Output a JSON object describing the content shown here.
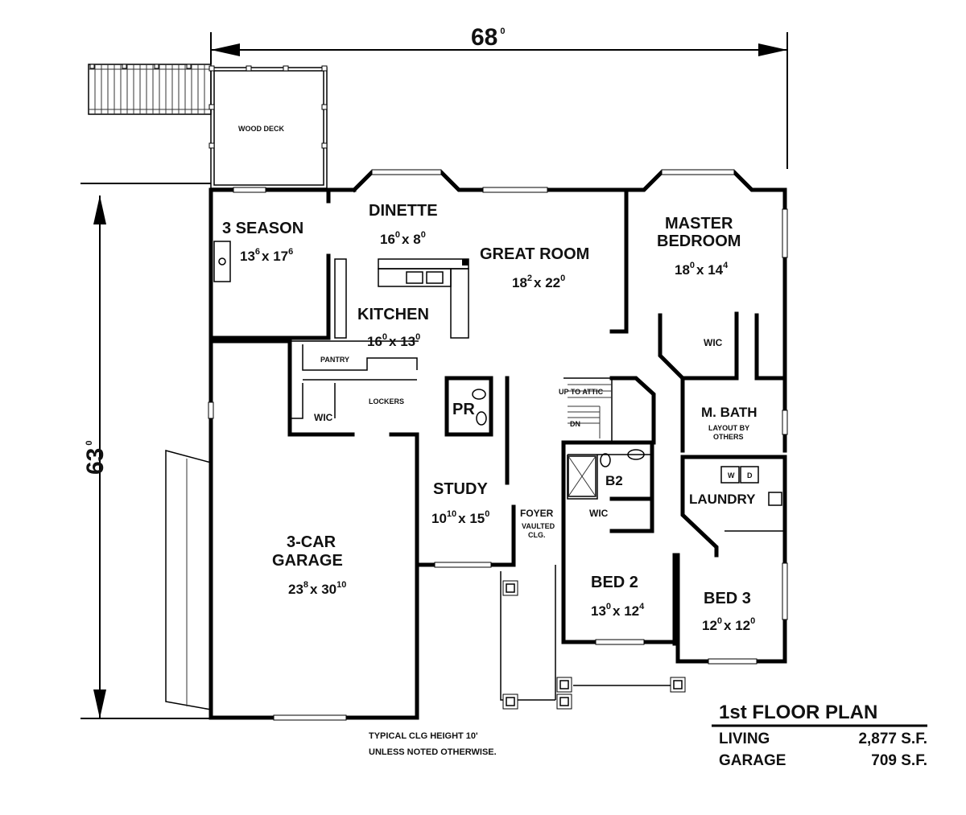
{
  "dimensions": {
    "width": {
      "main": "68",
      "sup": "0"
    },
    "depth": {
      "main": "63",
      "sup": "0"
    }
  },
  "rooms": {
    "wood_deck": {
      "name": "WOOD DECK"
    },
    "three_season": {
      "name": "3 SEASON",
      "size": [
        {
          "t": "13"
        },
        {
          "t": "6",
          "s": 1
        },
        {
          "t": "x 17"
        },
        {
          "t": "6",
          "s": 1
        }
      ]
    },
    "dinette": {
      "name": "DINETTE",
      "size": [
        {
          "t": "16"
        },
        {
          "t": "0",
          "s": 1
        },
        {
          "t": "x 8"
        },
        {
          "t": "0",
          "s": 1
        }
      ]
    },
    "great_room": {
      "name": "GREAT ROOM",
      "size": [
        {
          "t": "18"
        },
        {
          "t": "2",
          "s": 1
        },
        {
          "t": "x 22"
        },
        {
          "t": "0",
          "s": 1
        }
      ]
    },
    "master_bedroom": {
      "name_line1": "MASTER",
      "name_line2": "BEDROOM",
      "size": [
        {
          "t": "18"
        },
        {
          "t": "0",
          "s": 1
        },
        {
          "t": "x 14"
        },
        {
          "t": "4",
          "s": 1
        }
      ]
    },
    "kitchen": {
      "name": "KITCHEN",
      "size": [
        {
          "t": "16"
        },
        {
          "t": "0",
          "s": 1
        },
        {
          "t": "x 13"
        },
        {
          "t": "0",
          "s": 1
        }
      ]
    },
    "pantry": {
      "name": "PANTRY"
    },
    "lockers": {
      "name": "LOCKERS"
    },
    "wic_mudroom": {
      "name": "WIC"
    },
    "pr": {
      "name": "PR"
    },
    "up_to_attic": {
      "name": "UP TO ATTIC"
    },
    "dn": {
      "name": "DN"
    },
    "wic_master": {
      "name": "WIC"
    },
    "m_bath": {
      "name": "M. BATH",
      "note_line1": "LAYOUT BY",
      "note_line2": "OTHERS"
    },
    "b2": {
      "name": "B2"
    },
    "laundry": {
      "name": "LAUNDRY",
      "washer": "W",
      "dryer": "D"
    },
    "wic_bed2": {
      "name": "WIC"
    },
    "study": {
      "name": "STUDY",
      "size": [
        {
          "t": "10"
        },
        {
          "t": "10",
          "s": 1
        },
        {
          "t": "x 15"
        },
        {
          "t": "0",
          "s": 1
        }
      ]
    },
    "foyer": {
      "name": "FOYER",
      "note_line1": "VAULTED",
      "note_line2": "CLG."
    },
    "garage": {
      "name_line1": "3-CAR",
      "name_line2": "GARAGE",
      "size": [
        {
          "t": "23"
        },
        {
          "t": "8",
          "s": 1
        },
        {
          "t": "x 30"
        },
        {
          "t": "10",
          "s": 1
        }
      ]
    },
    "bed2": {
      "name": "BED 2",
      "size": [
        {
          "t": "13"
        },
        {
          "t": "0",
          "s": 1
        },
        {
          "t": "x 12"
        },
        {
          "t": "4",
          "s": 1
        }
      ]
    },
    "bed3": {
      "name": "BED 3",
      "size": [
        {
          "t": "12"
        },
        {
          "t": "0",
          "s": 1
        },
        {
          "t": "x 12"
        },
        {
          "t": "0",
          "s": 1
        }
      ]
    }
  },
  "ceiling_note": {
    "line1": "TYPICAL CLG HEIGHT 10'",
    "line2": "UNLESS NOTED OTHERWISE."
  },
  "legend": {
    "title": "1st FLOOR PLAN",
    "rows": [
      {
        "label": "LIVING",
        "value": "2,877 S.F."
      },
      {
        "label": "GARAGE",
        "value": "709 S.F."
      }
    ]
  }
}
